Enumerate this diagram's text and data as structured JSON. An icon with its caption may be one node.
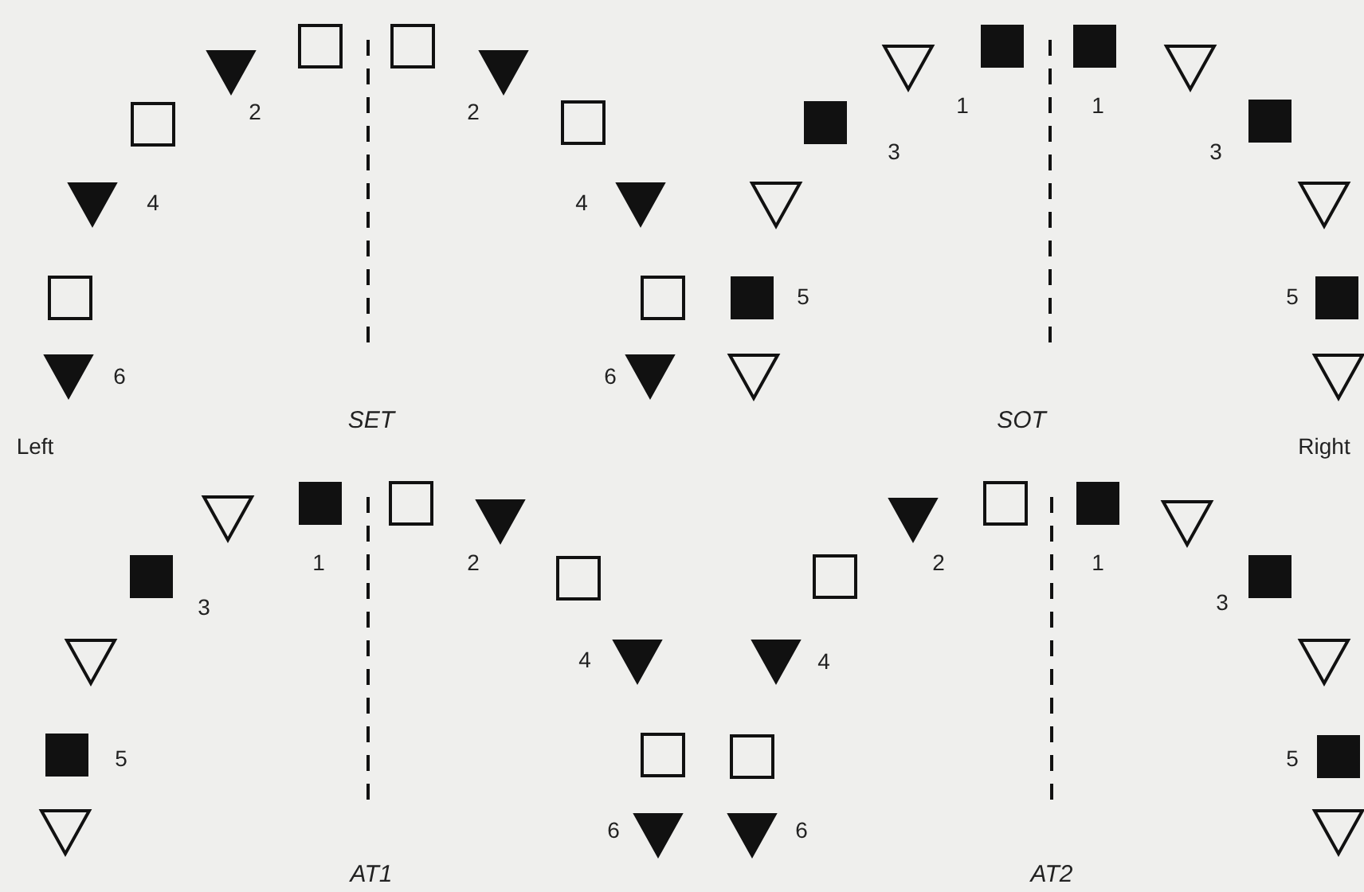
{
  "diagram": {
    "labels": [
      "2",
      "2",
      "1",
      "1",
      "3",
      "3",
      "4",
      "4",
      "5",
      "5",
      "6",
      "6",
      "SET",
      "SOT",
      "Left",
      "Right",
      "1",
      "2",
      "2",
      "1",
      "3",
      "3",
      "4",
      "4",
      "5",
      "5",
      "6",
      "6",
      "AT1",
      "AT2"
    ]
  }
}
